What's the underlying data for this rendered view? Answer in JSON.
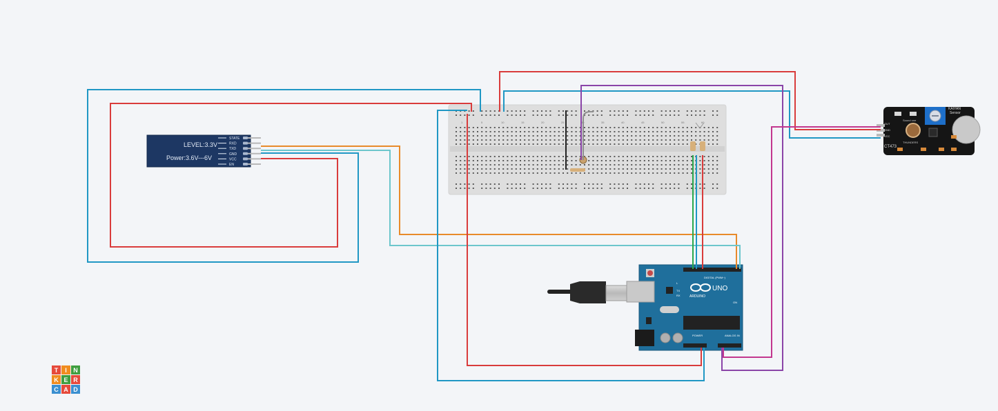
{
  "canvas": {
    "background": "#f3f5f8"
  },
  "bluetooth_module": {
    "pins": [
      "STATE",
      "RXD",
      "TXD",
      "GND",
      "VCC",
      "EN"
    ],
    "level_text": "LEVEL:3.3V",
    "power_text": "Power:3.6V---6V"
  },
  "sound_sensor": {
    "title_lines": [
      "KAIYAN",
      "Sensor"
    ],
    "pins": [
      "OUT",
      "GND",
      "VCC"
    ],
    "chip_label": "CT473",
    "small_labels": [
      "Sound one",
      "THUNDERS"
    ]
  },
  "arduino": {
    "brand": "ARDUINO",
    "model": "UNO",
    "header_labels": {
      "digital": "DIGITAL (PWM~)",
      "power": "POWER",
      "analog": "ANALOG IN"
    },
    "led_labels": [
      "L",
      "TX",
      "RX",
      "ON"
    ]
  },
  "breadboard": {
    "column_numbers": [
      "1",
      "5",
      "10",
      "15",
      "20",
      "25",
      "30",
      "35",
      "40",
      "45",
      "50",
      "55",
      "60"
    ]
  },
  "wire_colors": {
    "red": "#d93b3b",
    "blue": "#1f97c4",
    "orange": "#e88a2a",
    "cyan": "#6cc6cc",
    "purple": "#8a44a8",
    "magenta": "#c2368e",
    "green": "#2aa84a",
    "black": "#222222",
    "gray": "#8f8f8f"
  },
  "logo": {
    "letters": [
      "T",
      "I",
      "N",
      "K",
      "E",
      "R",
      "C",
      "A",
      "D"
    ],
    "colors": [
      "#e64a3b",
      "#f08c1f",
      "#3f9e3f",
      "#f08c1f",
      "#3f9e3f",
      "#e64a3b",
      "#3a8fd0",
      "#e64a3b",
      "#3a8fd0"
    ]
  }
}
